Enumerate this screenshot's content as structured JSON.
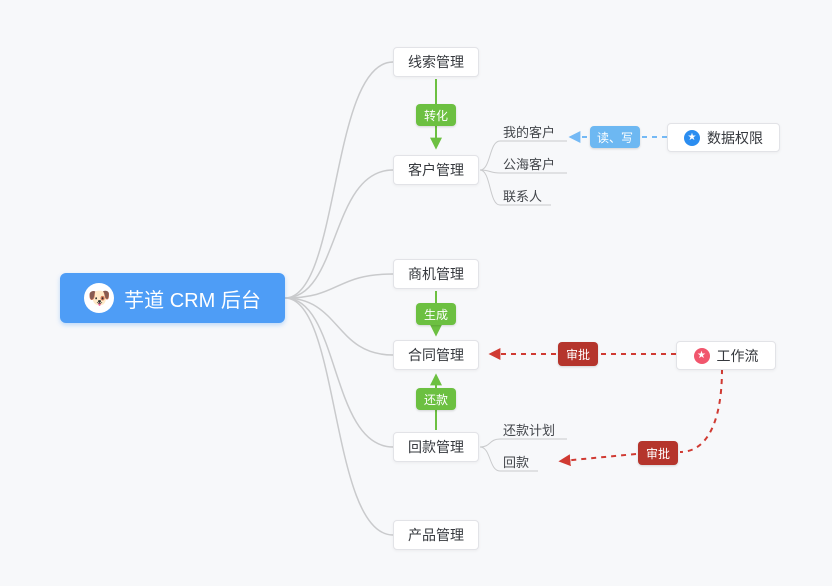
{
  "root": {
    "label": "芋道 CRM 后台",
    "icon": "🐶"
  },
  "branches": [
    {
      "label": "线索管理"
    },
    {
      "label": "客户管理"
    },
    {
      "label": "商机管理"
    },
    {
      "label": "合同管理"
    },
    {
      "label": "回款管理"
    },
    {
      "label": "产品管理"
    }
  ],
  "customer_children": [
    {
      "label": "我的客户"
    },
    {
      "label": "公海客户"
    },
    {
      "label": "联系人"
    }
  ],
  "payment_children": [
    {
      "label": "还款计划"
    },
    {
      "label": "回款"
    }
  ],
  "edge_labels": {
    "convert": "转化",
    "generate": "生成",
    "repay": "还款",
    "read_write": "读、写",
    "approve_contract": "审批",
    "approve_payment": "审批"
  },
  "side_nodes": {
    "data_permission": {
      "label": "数据权限",
      "icon": "★"
    },
    "workflow": {
      "label": "工作流",
      "icon": "★"
    }
  },
  "colors": {
    "background": "#f7f8fa",
    "root_blue": "#4e9df6",
    "edge_green": "#6cc041",
    "edge_blue": "#74b9f5",
    "edge_red": "#d03a32",
    "badge_red": "#b5352c",
    "line_gray": "#c9cacc",
    "icon_blue": "#2b8df0",
    "icon_red": "#f1566d"
  }
}
